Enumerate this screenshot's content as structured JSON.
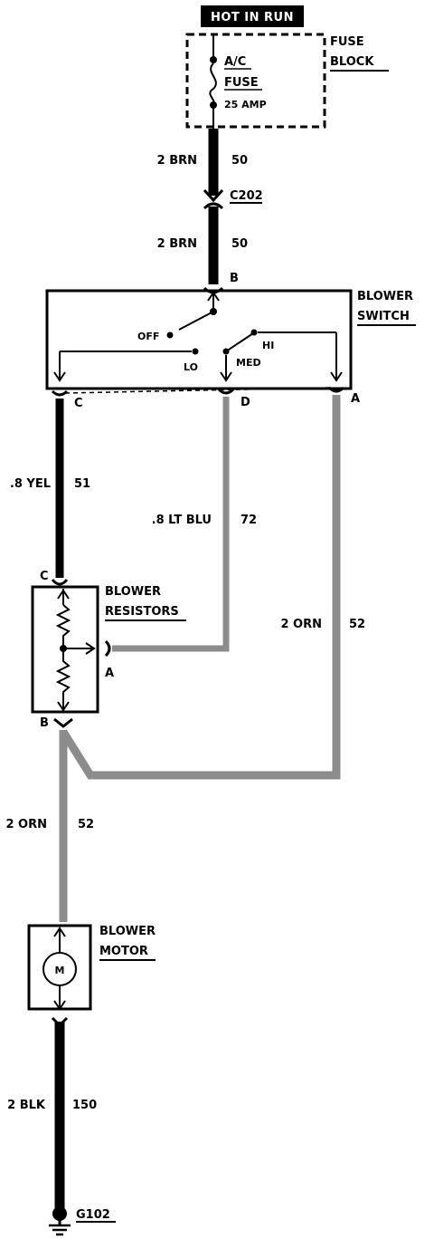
{
  "header": {
    "power_label": "HOT IN RUN"
  },
  "fuse_block": {
    "title_line1": "FUSE",
    "title_line2": "BLOCK",
    "fuse_name_line1": "A/C",
    "fuse_name_line2": "FUSE",
    "fuse_rating": "25 AMP"
  },
  "wires": {
    "fuse_to_c202": {
      "gauge_color": "2 BRN",
      "circuit": "50"
    },
    "c202_to_switch": {
      "gauge_color": "2 BRN",
      "circuit": "50"
    },
    "switch_c_to_resistor_c": {
      "gauge_color": ".8 YEL",
      "circuit": "51"
    },
    "switch_d_to_resistor_a": {
      "gauge_color": ".8 LT BLU",
      "circuit": "72"
    },
    "switch_a_to_resistor_b": {
      "gauge_color": "2 ORN",
      "circuit": "52"
    },
    "resistor_b_to_motor": {
      "gauge_color": "2 ORN",
      "circuit": "52"
    },
    "motor_to_ground": {
      "gauge_color": "2 BLK",
      "circuit": "150"
    }
  },
  "connector": {
    "name": "C202"
  },
  "blower_switch": {
    "title_line1": "BLOWER",
    "title_line2": "SWITCH",
    "terminal_input": "B",
    "terminal_c": "C",
    "terminal_d": "D",
    "terminal_a": "A",
    "pos_off": "OFF",
    "pos_lo": "LO",
    "pos_med": "MED",
    "pos_hi": "HI"
  },
  "blower_resistors": {
    "title_line1": "BLOWER",
    "title_line2": "RESISTORS",
    "terminal_c": "C",
    "terminal_a": "A",
    "terminal_b": "B"
  },
  "blower_motor": {
    "title_line1": "BLOWER",
    "title_line2": "MOTOR",
    "symbol": "M"
  },
  "ground": {
    "name": "G102"
  },
  "colors": {
    "wire_black": "#000000",
    "wire_gray": "#8c8c8c",
    "background": "#ffffff"
  }
}
